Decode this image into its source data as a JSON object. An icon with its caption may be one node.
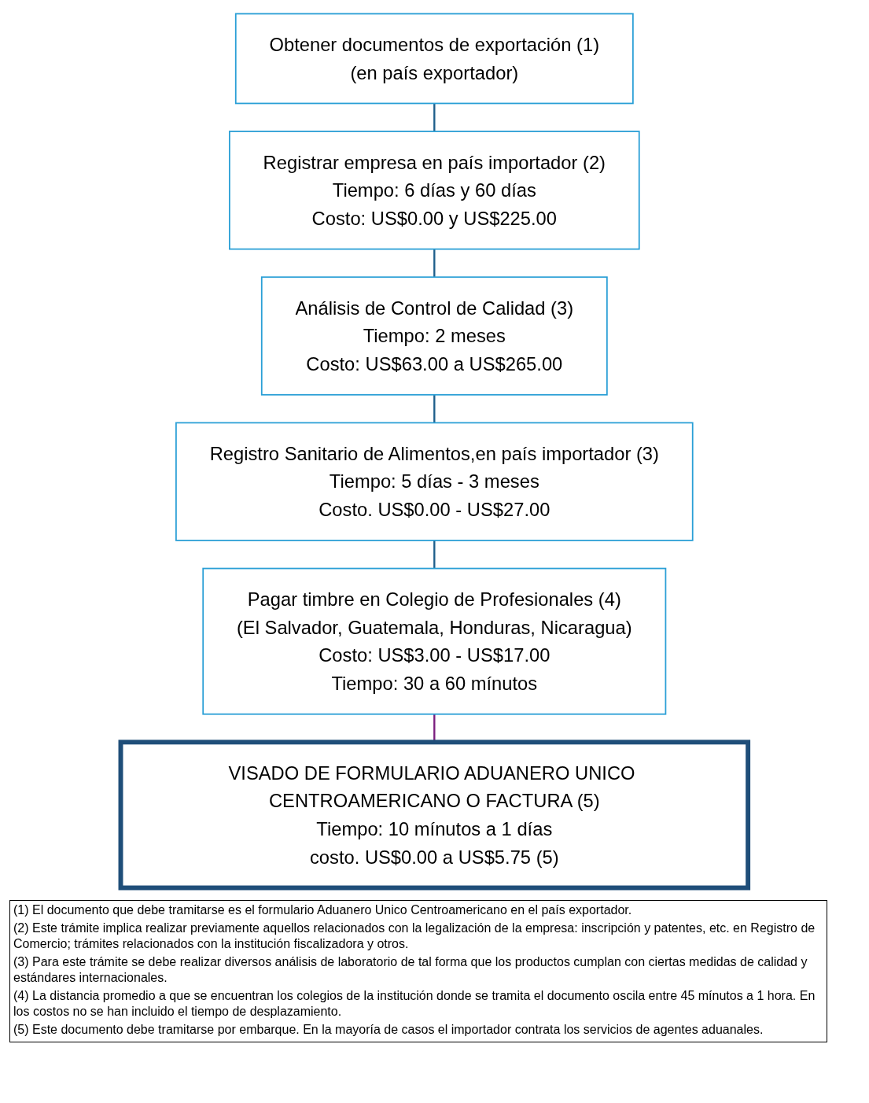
{
  "diagram": {
    "nodes": [
      {
        "text": [
          "Obtener documentos de exportación (1)",
          "(en país exportador)"
        ]
      },
      {
        "text": [
          "Registrar empresa en país importador (2)",
          "Tiempo: 6 días y 60 días",
          "Costo: US$0.00 y US$225.00"
        ]
      },
      {
        "text": [
          "Análisis de Control de Calidad (3)",
          "Tiempo: 2 meses",
          "Costo: US$63.00 a US$265.00"
        ]
      },
      {
        "text": [
          "Registro Sanitario de Alimentos,en país importador (3)",
          "Tiempo: 5 días - 3 meses",
          "Costo. US$0.00 - US$27.00"
        ]
      },
      {
        "text": [
          "Pagar timbre en Colegio de Profesionales (4)",
          "(El Salvador, Guatemala, Honduras, Nicaragua)",
          "Costo: US$3.00 - US$17.00",
          "Tiempo: 30 a 60 mínutos"
        ]
      },
      {
        "text": [
          "VISADO DE FORMULARIO ADUANERO UNICO CENTROAMERICANO O FACTURA (5)",
          "Tiempo: 10 mínutos a 1 días",
          "costo. US$0.00 a US$5.75 (5)"
        ]
      }
    ],
    "edges": [
      {
        "from": 0,
        "to": 1,
        "arrow": "none"
      },
      {
        "from": 1,
        "to": 2,
        "arrow": "none"
      },
      {
        "from": 2,
        "to": 3,
        "arrow": "none"
      },
      {
        "from": 3,
        "to": 4,
        "arrow": "none"
      },
      {
        "from": 4,
        "to": 5,
        "arrow": "none",
        "color": "#7b1f7f"
      }
    ],
    "labels": [
      "(1) El documento que debe tramitarse es el formulario Aduanero Unico Centroamericano en el país exportador.",
      "(2) Este trámite implica realizar previamente aquellos relacionados con la legalización de la empresa: inscripción y patentes, etc. en Registro de Comercio; trámites relacionados con la institución fiscalizadora y otros.",
      "(3) Para este trámite se debe realizar diversos análisis de laboratorio de tal forma que los productos cumplan con ciertas medidas de calidad y estándares internacionales.",
      "(4) La distancia promedio a que se encuentran los colegios de la institución donde se tramita el documento oscila entre 45 mínutos a 1 hora. En los costos no se han incluido el tiempo de desplazamiento.",
      "(5) Este documento debe tramitarse por embarque. En la mayoría de casos el importador contrata los servicios de agentes aduanales."
    ]
  }
}
